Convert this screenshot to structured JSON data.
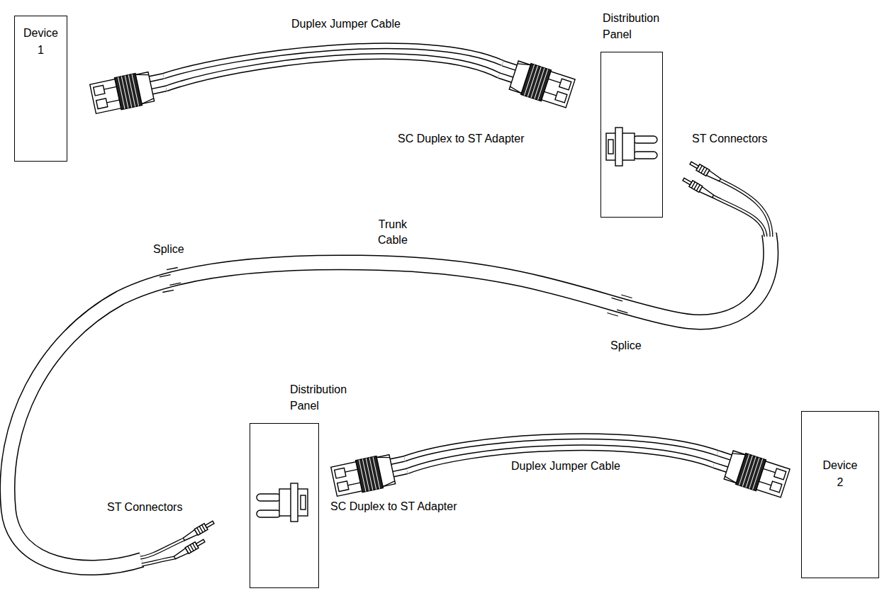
{
  "diagram": {
    "nodes": [
      {
        "text": [
          "Device 1"
        ]
      },
      {
        "text": [
          "Distribution Panel"
        ]
      },
      {
        "text": [
          "Distribution Panel"
        ]
      },
      {
        "text": [
          "Device 2"
        ]
      }
    ],
    "labels": [
      "Duplex Jumper Cable",
      "SC Duplex to ST Adapter",
      "ST Connectors",
      "Trunk Cable",
      "Splice",
      "Splice",
      "ST Connectors",
      "SC Duplex to ST Adapter",
      "Duplex Jumper Cable"
    ]
  }
}
